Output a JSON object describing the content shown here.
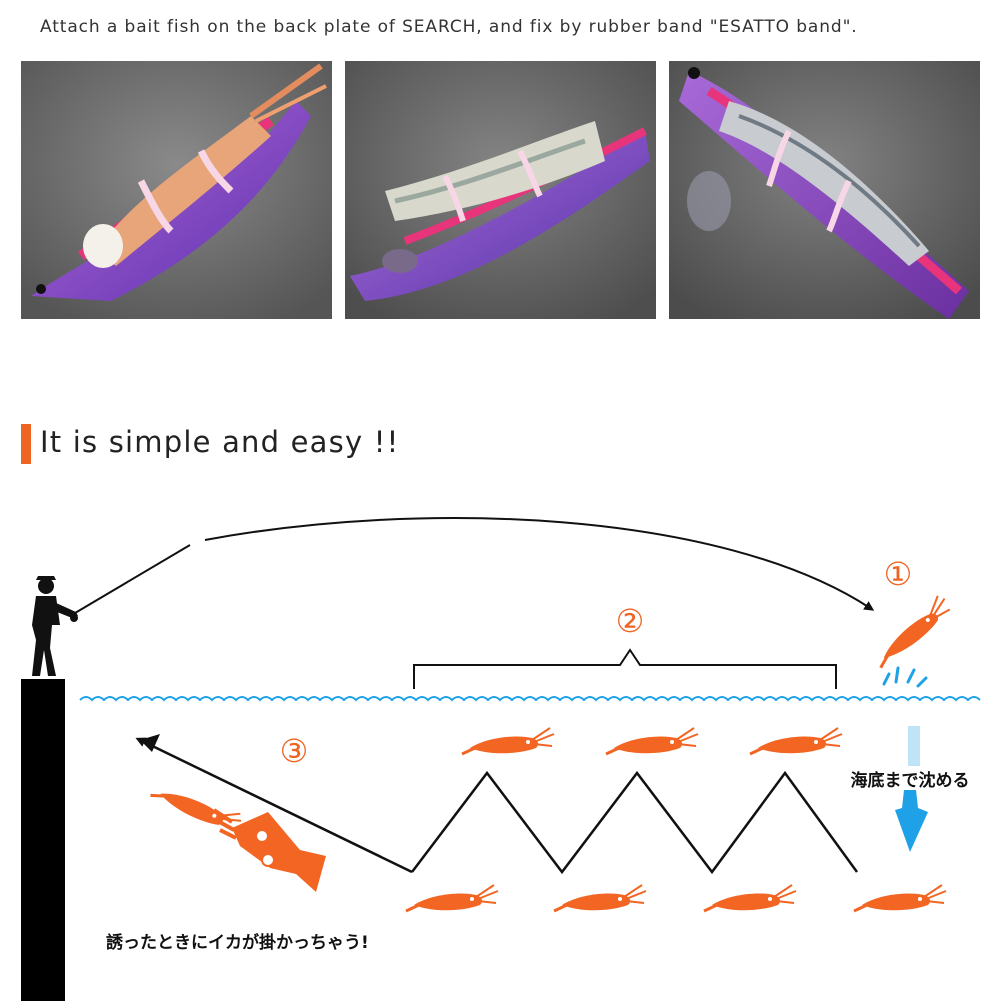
{
  "intro": {
    "text": "Attach a bait fish on the back plate of SEARCH, and fix by rubber band \"ESATTO band\"."
  },
  "photos": [
    {
      "bait": "shrimp"
    },
    {
      "bait": "fish-fillet"
    },
    {
      "bait": "whole-fish"
    }
  ],
  "section": {
    "title": "It is simple and easy !!"
  },
  "diagram": {
    "step1": "①",
    "step2": "②",
    "step3": "③",
    "sink_label": "海底まで沈める",
    "catch_label": "誘ったときにイカが掛かっちゃう!"
  },
  "colors": {
    "accent": "#ee6423",
    "water": "#1ea1e6",
    "squid": "#f26522",
    "text": "#222222"
  }
}
